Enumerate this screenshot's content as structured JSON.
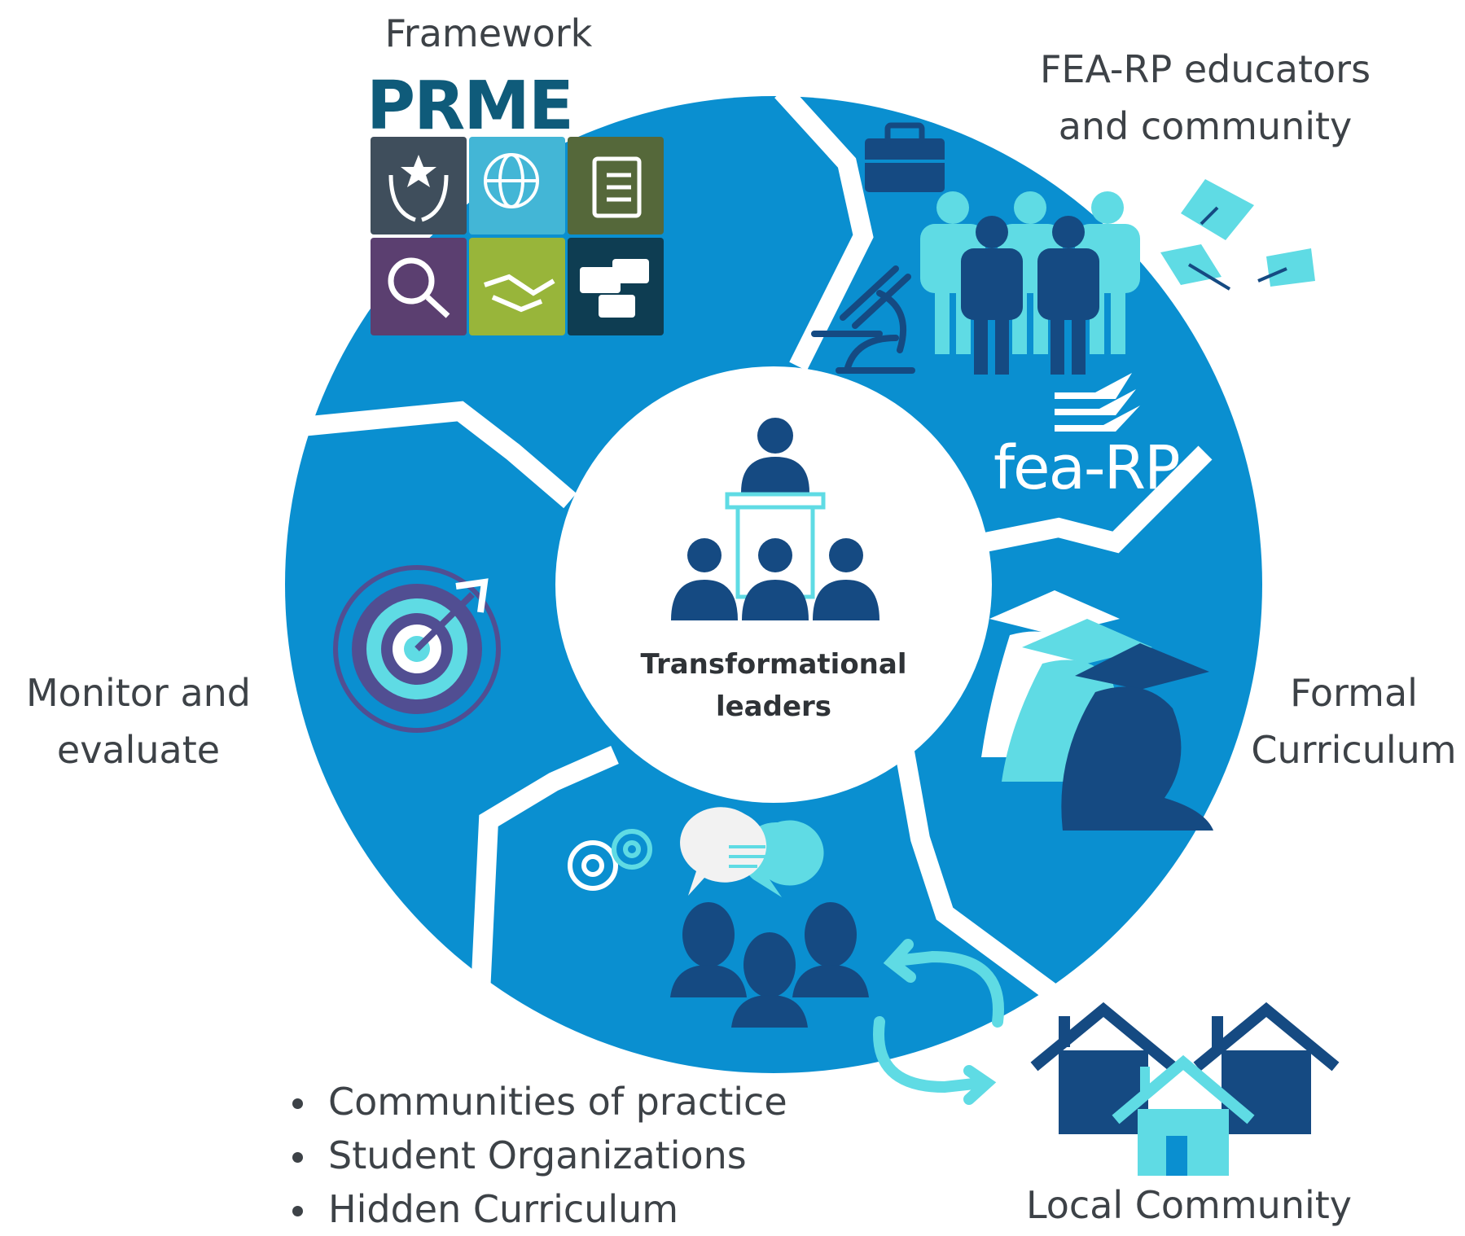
{
  "center": {
    "label": "Transformational leaders"
  },
  "segments": {
    "framework": {
      "title": "Framework",
      "logo_text": "PRME",
      "tile_colors": [
        "#3f4e5c",
        "#43b6d6",
        "#55683a",
        "#5b3f70",
        "#98b53a",
        "#0e3d52"
      ],
      "icons": [
        "hands-star-icon",
        "globe-hand-icon",
        "notebook-icon",
        "magnifier-icon",
        "handshake-icon",
        "chat-bubbles-icon"
      ]
    },
    "educators": {
      "title": "FEA-RP educators and community",
      "logo_text": "fea-RP"
    },
    "curriculum": {
      "title": "Formal Curriculum"
    },
    "communities": {
      "items": [
        "Communities of practice",
        "Student Organizations",
        "Hidden Curriculum"
      ]
    },
    "local": {
      "title": "Local Community"
    },
    "monitor": {
      "title": "Monitor and evaluate"
    }
  },
  "colors": {
    "ring": "#0a8fd0",
    "dark_navy": "#154a82",
    "light_cyan": "#5fdbe4",
    "target_purple": "#514e92"
  }
}
